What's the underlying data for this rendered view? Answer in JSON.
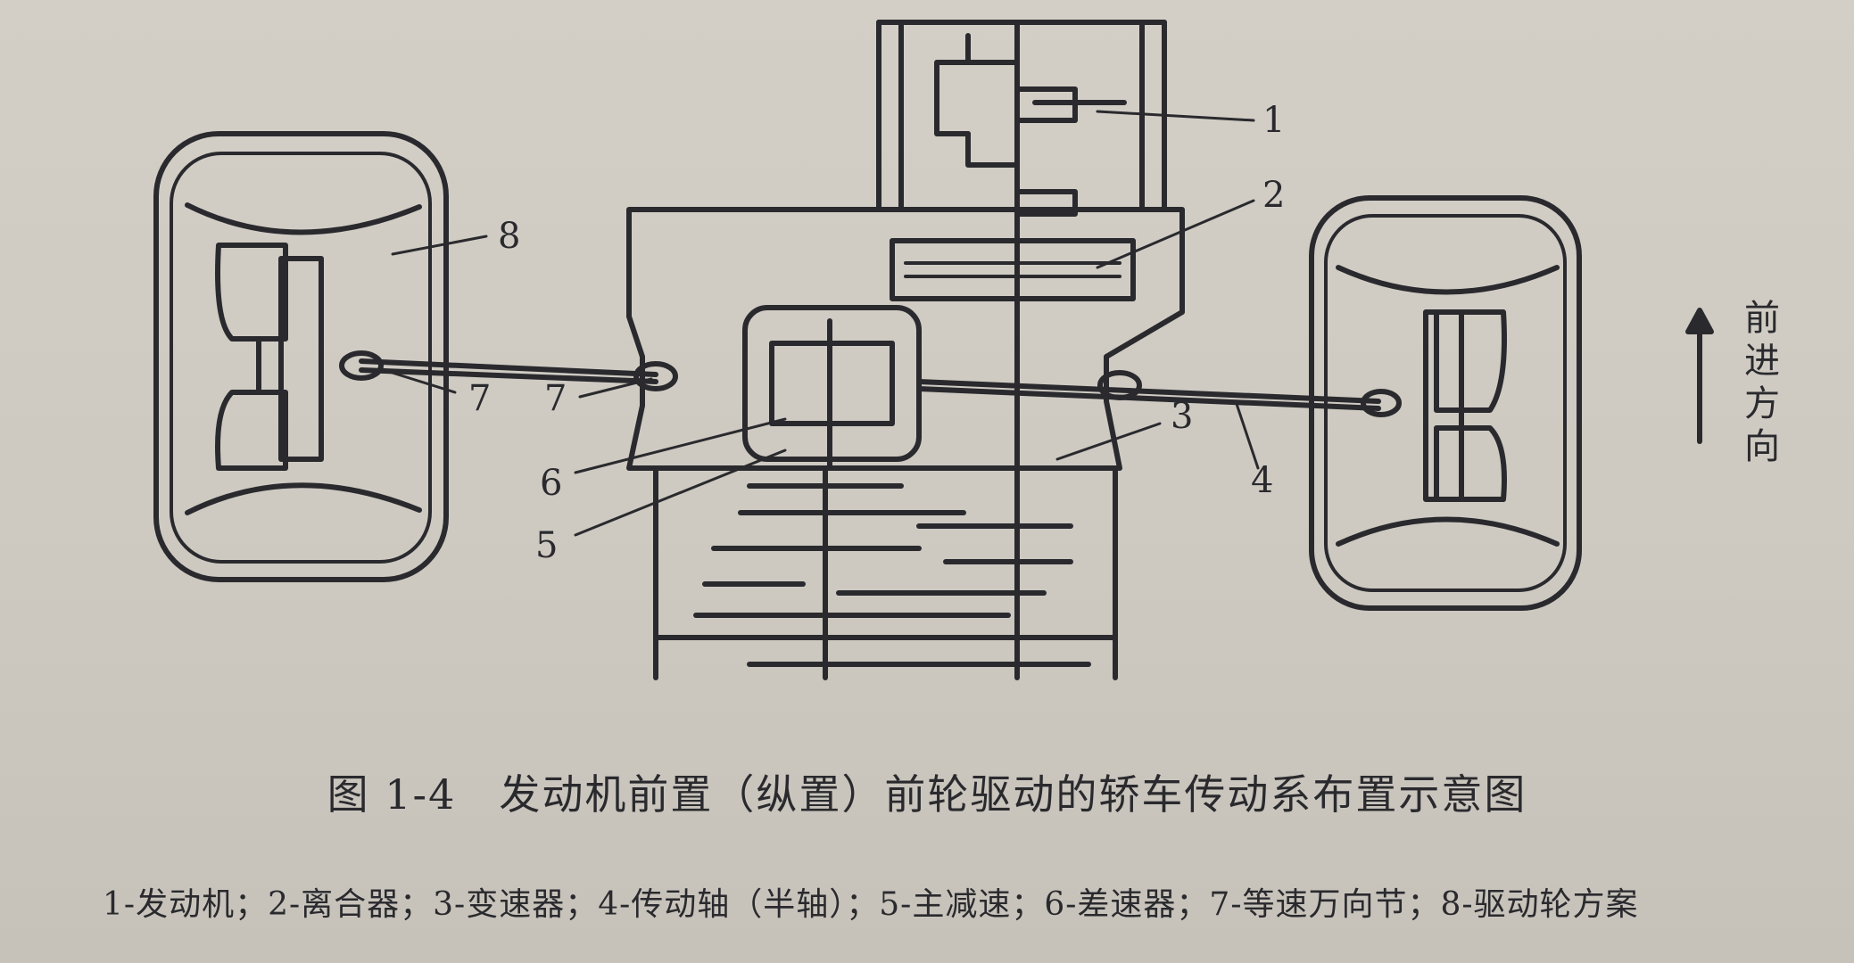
{
  "figure": {
    "caption": "图 1-4　发动机前置（纵置）前轮驱动的轿车传动系布置示意图",
    "legend": "1-发动机；2-离合器；3-变速器；4-传动轴（半轴）；5-主减速；6-差速器；7-等速万向节；8-驱动轮方案"
  },
  "labels": {
    "engine": "1",
    "clutch": "2",
    "gearbox": "3",
    "driveshaft": "4",
    "final_drive": "5",
    "differential": "6",
    "cv_joint_outer": "7",
    "cv_joint_inner": "7",
    "drive_wheel": "8"
  },
  "direction": {
    "chars": [
      "前",
      "进",
      "方",
      "向"
    ],
    "arrow_icon": "arrow-up-icon"
  },
  "colors": {
    "ink": "#2a2a2e",
    "paper": "#cfcbc3"
  }
}
